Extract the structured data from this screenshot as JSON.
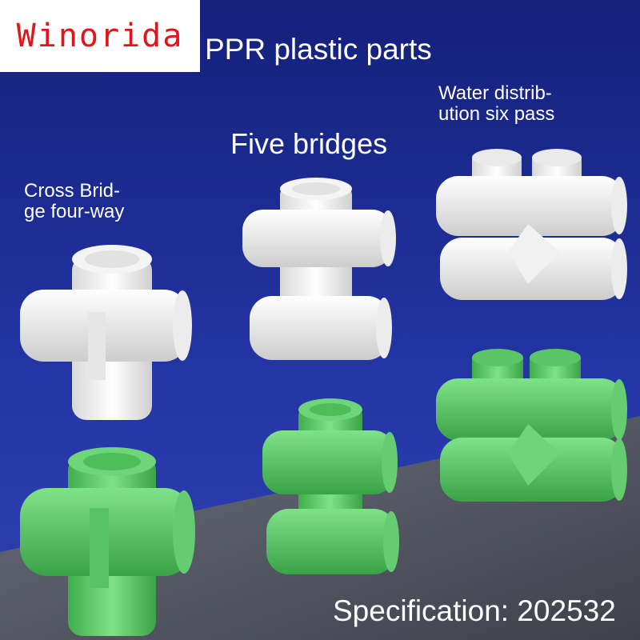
{
  "brand": {
    "name": "Winorida",
    "color": "#e0141b"
  },
  "title": "PPR plastic parts",
  "products": {
    "cross_bridge": {
      "label_line1": "Cross Brid-",
      "label_line2": "ge four-way"
    },
    "five_bridges": {
      "label": "Five bridges"
    },
    "water_distribution": {
      "label_line1": "Water distrib-",
      "label_line2": "ution six pass"
    }
  },
  "specification": "Specification: 202532",
  "colors": {
    "background_blue": "#1c2a8c",
    "floor_gray": "#5c6070",
    "pipe_white": "#f2f2f2",
    "pipe_green": "#5fcf6a"
  }
}
